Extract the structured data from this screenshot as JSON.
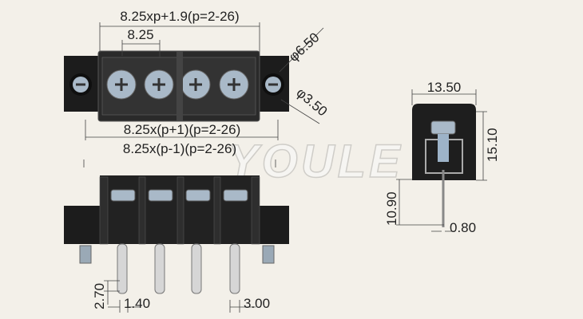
{
  "watermark": "YOULE",
  "top_view": {
    "overall_length": "8.25xp+1.9(p=2-26)",
    "pitch": "8.25",
    "mount_hole_outer": "φ6.50",
    "mount_hole_inner": "φ3.50",
    "mount_spacing": "8.25x(p+1)(p=2-26)",
    "end_span": "8.25x(p-1)(p=2-26)"
  },
  "side_view": {
    "width": "13.50",
    "height": "15.10",
    "pin_length": "10.90",
    "pin_thickness": "0.80"
  },
  "front_view": {
    "pin_slot_height": "2.70",
    "pin_width": "1.40",
    "pin_base_width": "3.00"
  },
  "colors": {
    "background": "#f3f0e9",
    "body": "#1e1e1e",
    "screw": "#a9b9c8"
  }
}
